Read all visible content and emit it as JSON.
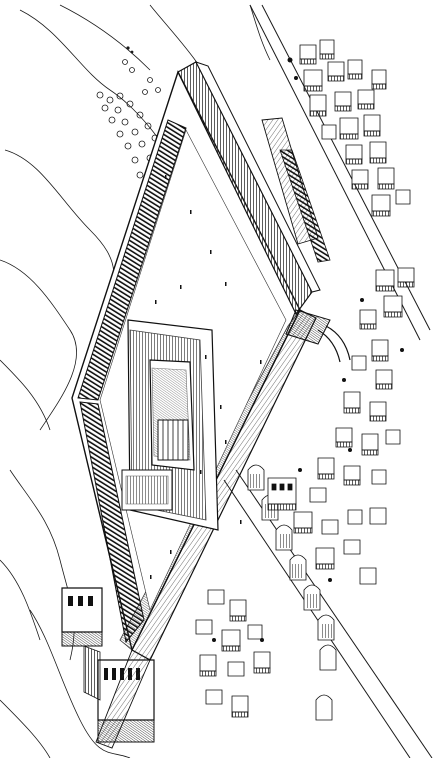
{
  "image": {
    "subject": "temple-mount",
    "style": "line-drawing",
    "orientation": "rotated-90",
    "colors": {
      "ink": "#1a1a1a",
      "paper": "#ffffff",
      "hatch": "#333333"
    }
  }
}
